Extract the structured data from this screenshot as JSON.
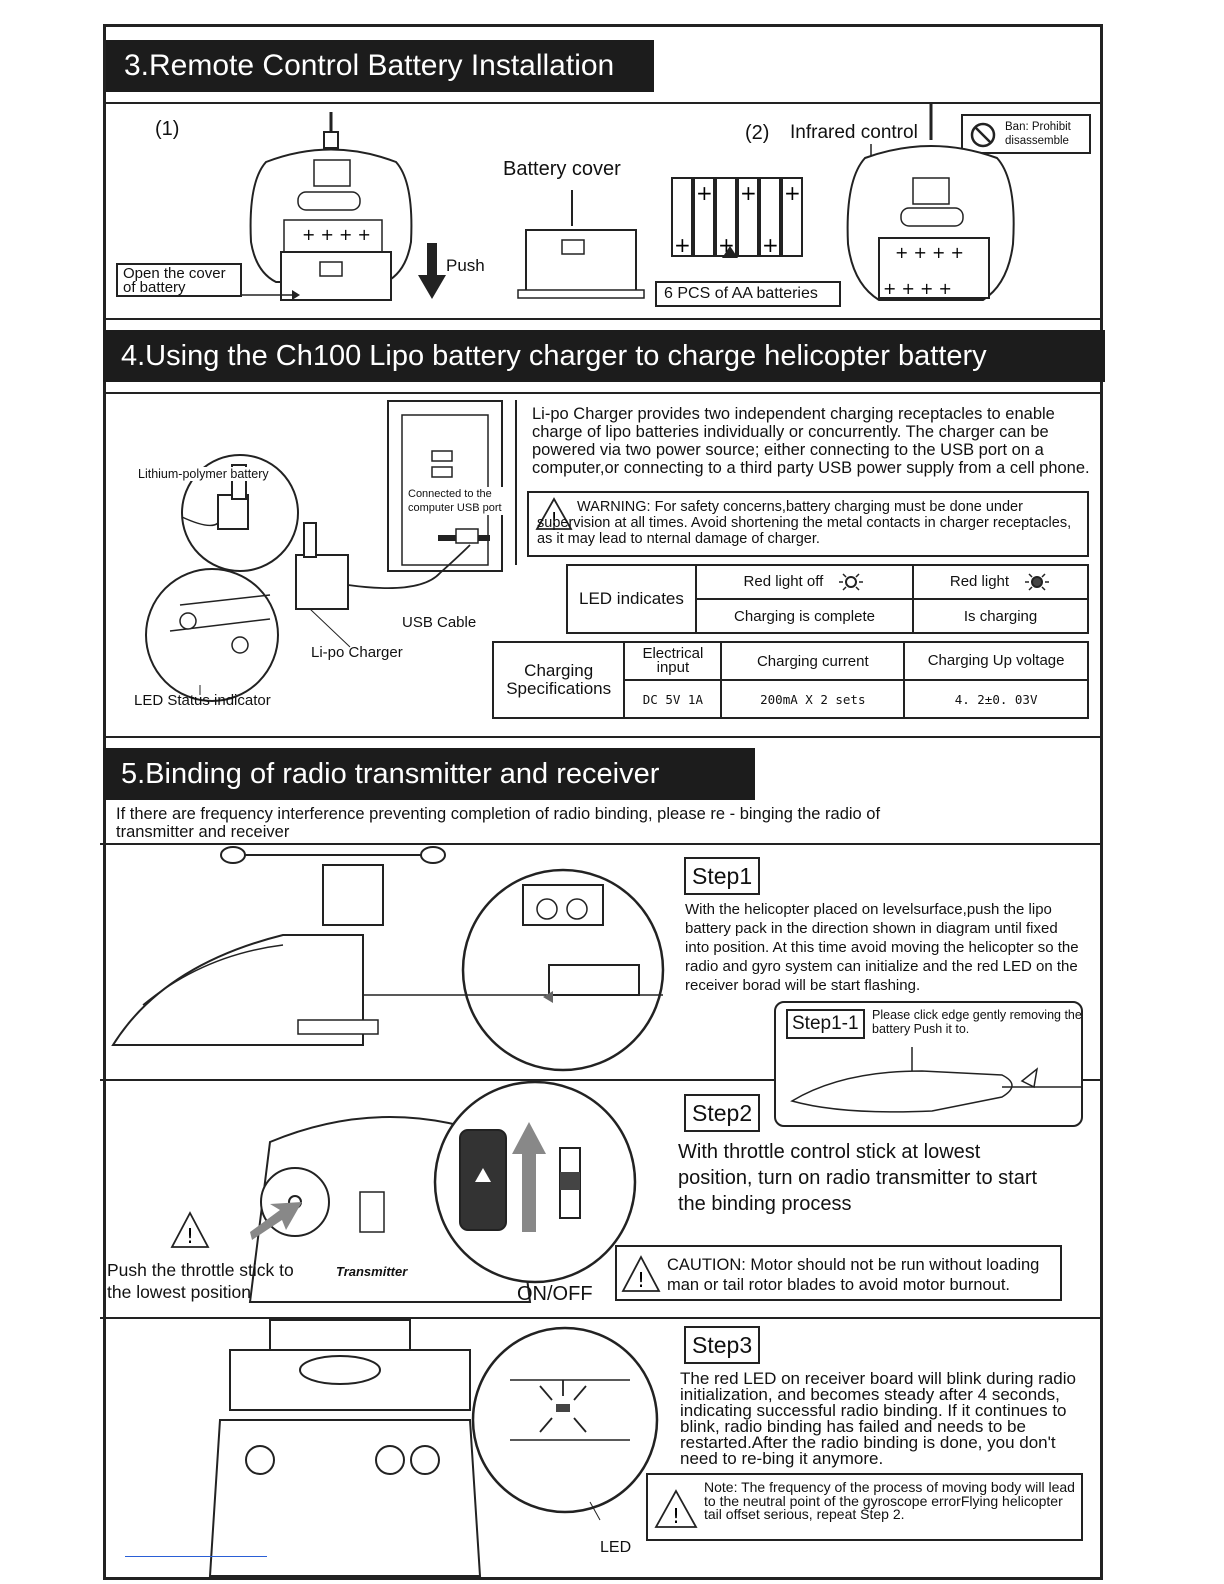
{
  "section3": {
    "title": "3.Remote Control Battery Installation",
    "step1_marker": "(1)",
    "step2_marker": "(2)",
    "infrared_label": "Infrared control",
    "ban_label": "Ban: Prohibit disassemble",
    "battery_cover_label": "Battery cover",
    "open_cover_label": "Open the cover of battery",
    "push_label": "Push",
    "aa_label": "6 PCS of AA batteries"
  },
  "section4": {
    "title": "4.Using the Ch100 Lipo battery charger to charge helicopter battery",
    "lithium_label": "Lithium-polymer battery",
    "connected_label": "Connected to the computer USB port",
    "usb_cable_label": "USB Cable",
    "lipo_charger_label": "Li-po Charger",
    "led_status_label": "LED Status indicator",
    "description": "Li-po Charger provides two independent charging receptacles to enable charge of lipo batteries individually or concurrently. The charger can be powered via two power source; either connecting to the USB port on a computer,or connecting to a third party USB power supply from a cell phone.",
    "warning": "WARNING: For safety concerns,battery charging must be done under supervision at all times. Avoid shortening the metal contacts in charger receptacles, as it may lead  to nternal damage of charger.",
    "led_table": {
      "header": "LED indicates",
      "col1_title": "Red light off",
      "col2_title": "Red light",
      "col1_value": "Charging is complete",
      "col2_value": "Is charging"
    },
    "spec_table": {
      "header": "Charging Specifications",
      "col1_title": "Electrical input",
      "col2_title": "Charging current",
      "col3_title": "Charging Up voltage",
      "col1_value": "DC 5V 1A",
      "col2_value": "200mA X 2 sets",
      "col3_value": "4. 2±0. 03V"
    }
  },
  "section5": {
    "title": "5.Binding of radio transmitter and receiver",
    "intro": "If there are frequency interference preventing completion of radio binding, please re - binging the radio of transmitter and receiver",
    "step1_tag": "Step1",
    "step1_text": "With the helicopter placed on levelsurface,push the lipo battery pack in the direction shown in diagram until fixed into position. At this time avoid moving the helicopter so the radio and gyro system can initialize and the red LED on the receiver borad will be start flashing.",
    "step1_1_tag": "Step1-1",
    "step1_1_text": "Please click edge gently removing the battery Push it to.",
    "step2_tag": "Step2",
    "step2_text": "With throttle control stick at lowest position, turn on radio transmitter to start the binding process",
    "throttle_label": "Push the throttle stick to the lowest position",
    "transmitter_label": "Transmitter",
    "onoff_label": "ON/OFF",
    "caution": "CAUTION: Motor should not be run without loading man or tail rotor blades to avoid motor burnout.",
    "step3_tag": "Step3",
    "step3_text": "The red LED on receiver board will blink during radio initialization, and becomes steady after 4 seconds, indicating successful radio binding. If it continues to blink, radio binding has failed and needs to be restarted.After the radio binding is done, you don't need  to re-bing it anymore.",
    "led_label": "LED",
    "note": "Note: The frequency of the process of moving body will lead to the neutral point of the gyroscope errorFlying helicopter tail offset serious, repeat Step 2."
  },
  "icons": {
    "warning": "warning-triangle-icon",
    "ban": "prohibit-icon",
    "led_off": "led-off-icon",
    "led_on": "led-on-icon"
  }
}
